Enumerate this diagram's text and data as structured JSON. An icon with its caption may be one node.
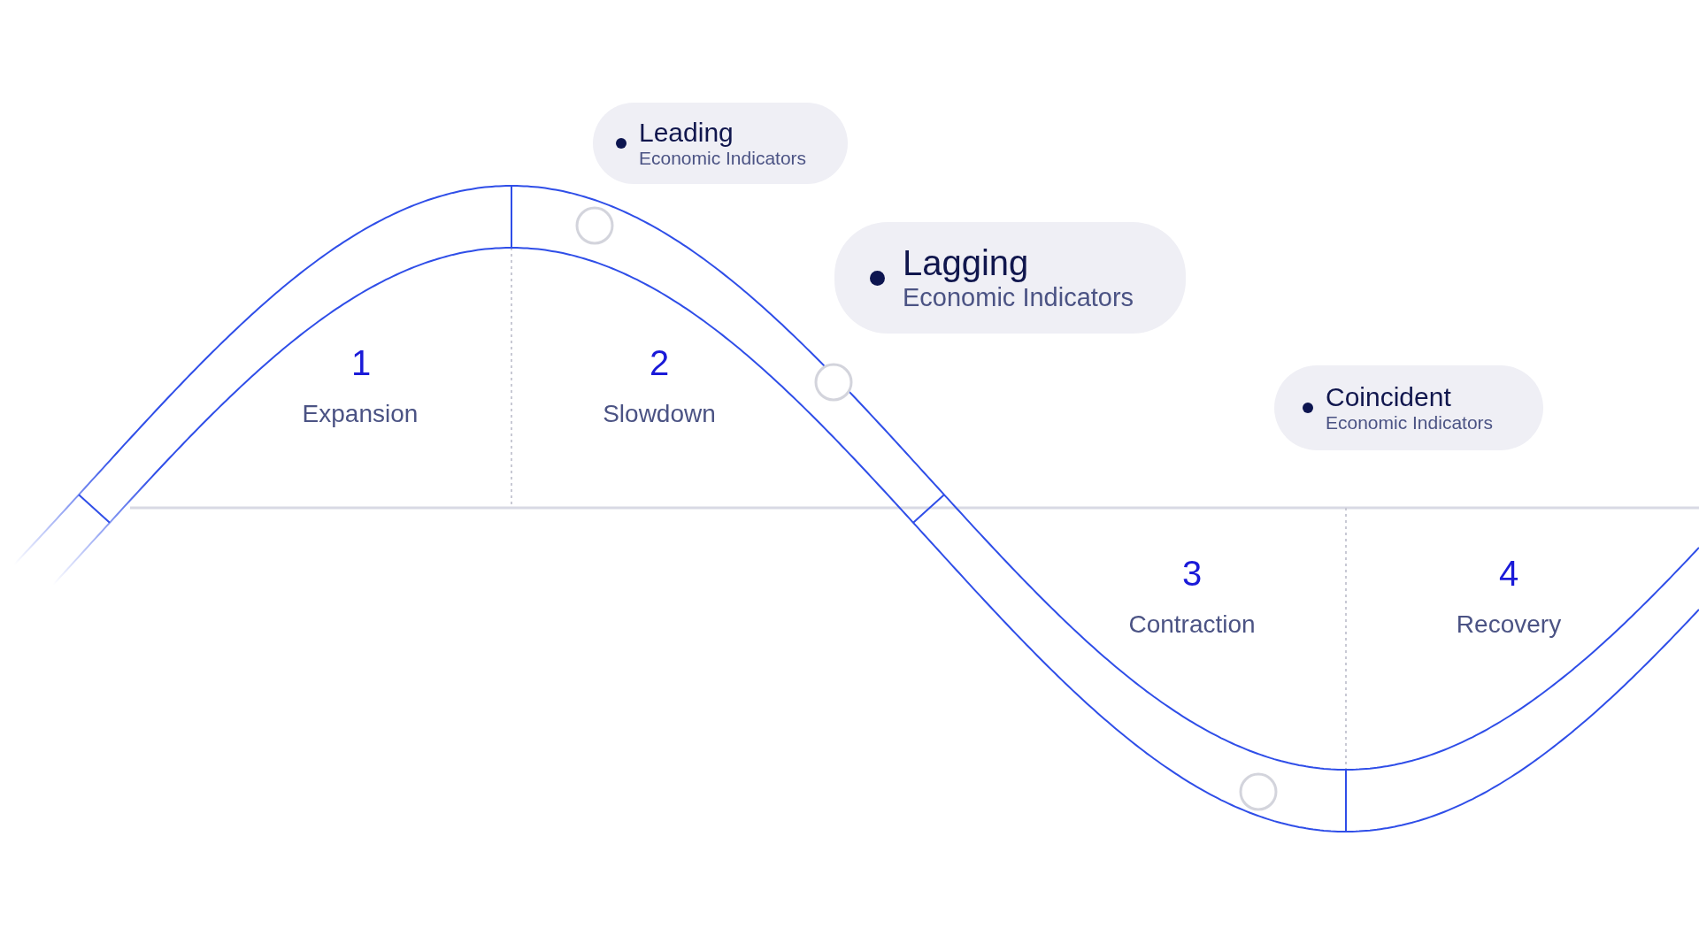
{
  "diagram": {
    "nodes": [
      {
        "text": [
          "Leading",
          "Economic Indicators"
        ]
      },
      {
        "text": [
          "Lagging",
          "Economic Indicators"
        ]
      },
      {
        "text": [
          "Coincident",
          "Economic Indicators"
        ]
      }
    ],
    "labels": [
      "1",
      "Expansion",
      "2",
      "Slowdown",
      "3",
      "Contraction",
      "4",
      "Recovery"
    ]
  }
}
